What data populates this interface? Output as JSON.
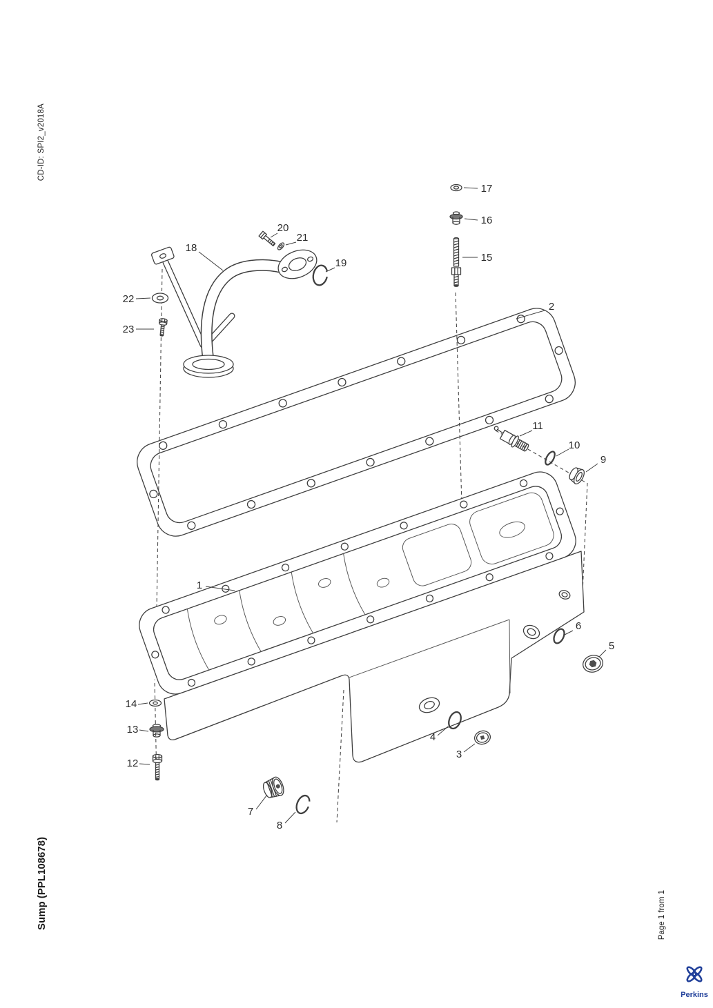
{
  "page": {
    "cd_id": "CD-ID: SPI2_v2018A",
    "title": "Sump (PPL108678)",
    "page_indicator": "Page 1 from 1"
  },
  "brand": {
    "name": "Perkins",
    "color": "#21409a"
  },
  "diagram": {
    "callouts": [
      {
        "label": "1"
      },
      {
        "label": "2"
      },
      {
        "label": "3"
      },
      {
        "label": "4"
      },
      {
        "label": "5"
      },
      {
        "label": "6"
      },
      {
        "label": "7"
      },
      {
        "label": "8"
      },
      {
        "label": "9"
      },
      {
        "label": "10"
      },
      {
        "label": "11"
      },
      {
        "label": "12"
      },
      {
        "label": "13"
      },
      {
        "label": "14"
      },
      {
        "label": "15"
      },
      {
        "label": "16"
      },
      {
        "label": "17"
      },
      {
        "label": "18"
      },
      {
        "label": "19"
      },
      {
        "label": "20"
      },
      {
        "label": "21"
      },
      {
        "label": "22"
      },
      {
        "label": "23"
      }
    ]
  }
}
